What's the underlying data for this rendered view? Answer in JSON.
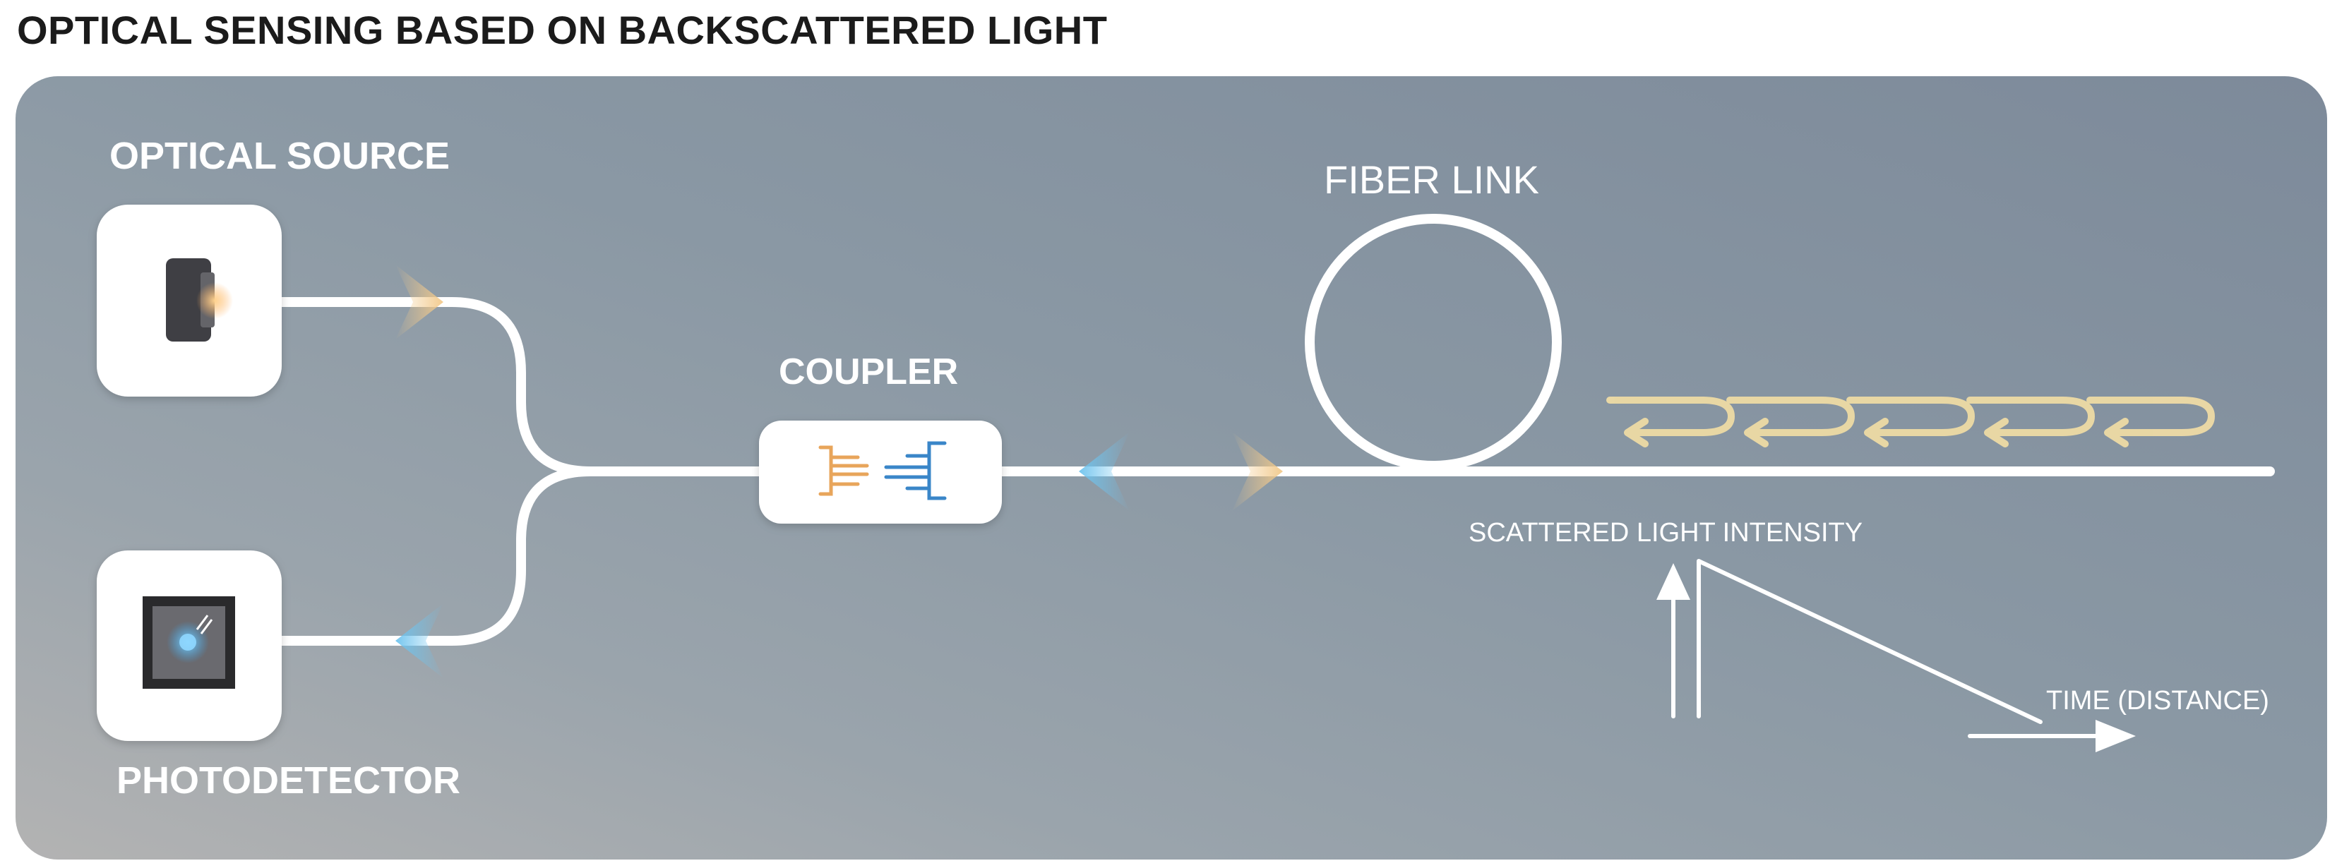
{
  "title": "OPTICAL SENSING BASED ON BACKSCATTERED LIGHT",
  "components": {
    "optical_source": "OPTICAL SOURCE",
    "photodetector": "PHOTODETECTOR",
    "coupler": "COUPLER",
    "fiber_link": "FIBER LINK"
  },
  "trace": {
    "y_label": "SCATTERED LIGHT INTENSITY",
    "x_label": "TIME (DISTANCE)"
  },
  "colors": {
    "forward_light": "#f2c98a",
    "backscatter_light": "#6ec3ee",
    "returning_arrows": "#eedba5",
    "fiber": "#ffffff",
    "coupler_orange": "#e8a55b",
    "coupler_blue": "#3a86c8"
  }
}
